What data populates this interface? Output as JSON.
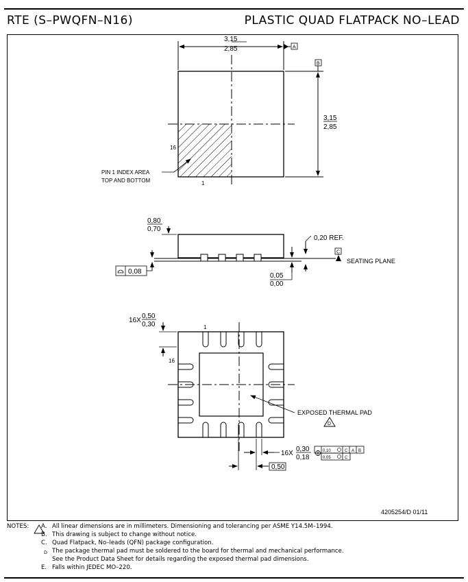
{
  "header": {
    "left": "RTE (S–PWQFN–N16)",
    "right": "PLASTIC QUAD FLATPACK NO–LEAD"
  },
  "top_view": {
    "width_max": "3,15",
    "width_min": "2,85",
    "height_max": "3,15",
    "height_min": "2,85",
    "datum_a": "A",
    "datum_b": "B",
    "pin16_label": "16",
    "pin1_label": "1",
    "pin1_note_line1": "PIN 1 INDEX AREA",
    "pin1_note_line2": "TOP AND BOTTOM"
  },
  "side_view": {
    "height_max": "0,80",
    "height_min": "0,70",
    "ref": "0,20 REF.",
    "datum_c": "C",
    "seating_plane": "SEATING PLANE",
    "flatness": "0,08",
    "standoff_max": "0,05",
    "standoff_min": "0,00"
  },
  "bottom_view": {
    "lead_count_len": "16X",
    "lead_len_max": "0,50",
    "lead_len_min": "0,30",
    "pin1_label": "1",
    "pin16_label": "16",
    "thermal_pad": "EXPOSED THERMAL PAD",
    "note_flag": "D",
    "lead_count_width": "16X",
    "lead_width_max": "0,30",
    "lead_width_min": "0,18",
    "pitch": "0,50",
    "tol1": "0,10",
    "tol2": "0,05",
    "ref_c": "C",
    "ref_a": "A",
    "ref_b": "B"
  },
  "drawing_number": "4205254/D 01/11",
  "notes": {
    "heading": "NOTES:",
    "items": [
      {
        "letter": "A.",
        "text": "All linear dimensions are in millimeters. Dimensioning and tolerancing per ASME Y14.5M–1994."
      },
      {
        "letter": "B.",
        "text": "This drawing is subject to change without notice."
      },
      {
        "letter": "C.",
        "text": "Quad Flatpack, No–leads (QFN) package configuration."
      },
      {
        "letter": "D",
        "text": "The package thermal pad must be soldered to the board for thermal and mechanical performance.",
        "text2": "See the Product Data Sheet for details regarding the exposed thermal pad dimensions."
      },
      {
        "letter": "E.",
        "text": "Falls within JEDEC MO–220."
      }
    ]
  }
}
